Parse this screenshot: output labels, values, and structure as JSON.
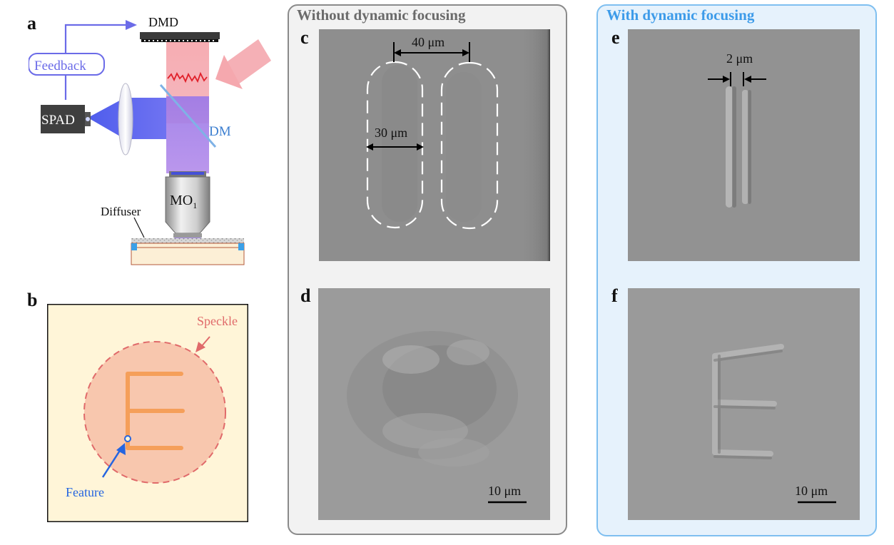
{
  "panels": {
    "a": "a",
    "b": "b",
    "c": "c",
    "d": "d",
    "e": "e",
    "f": "f"
  },
  "schematic": {
    "dmd": "DMD",
    "feedback": "Feedback",
    "spad": "SPAD",
    "dm": "DM",
    "mo_main": "MO",
    "mo_sub": "1",
    "diffuser": "Diffuser"
  },
  "diagram_b": {
    "speckle": "Speckle",
    "feature": "Feature"
  },
  "group_without": {
    "title": "Without dynamic focusing",
    "spacing": "40 μm",
    "width": "30 μm",
    "scalebar": "10 μm"
  },
  "group_with": {
    "title": "With dynamic focusing",
    "gap": "2 μm",
    "scalebar": "10 μm"
  },
  "colors": {
    "without_border": "#8a8a8a",
    "without_fill": "#f2f2f2",
    "with_border": "#7fbff0",
    "with_fill": "#e6f2fc",
    "with_title": "#3d9be9",
    "without_title": "#6b6b6b",
    "feedback": "#6b6be8",
    "beam_blue": "#5560f0",
    "beam_red": "#f2a0a8",
    "b_background": "#fff5d8",
    "speckle_fill": "#f8c7ae",
    "speckle_border": "#e06a6a",
    "letter_e": "#f59f5a",
    "feature_blue": "#2565e0"
  }
}
